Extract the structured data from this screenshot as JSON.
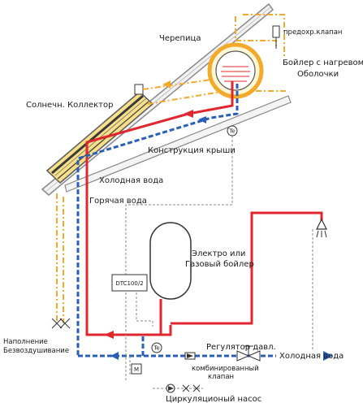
{
  "labels": {
    "tile": "Черепица",
    "relief_valve": "предохр.клапан",
    "boiler_shell_line1": "Бойлер с нагревом",
    "boiler_shell_line2": "Оболочки",
    "collector": "Солнечн. Коллектор",
    "roof_structure": "Конструкция крыши",
    "cold_water_top": "Холодная вода",
    "hot_water": "Горячая вода",
    "boiler_line1": "Электро  или",
    "boiler_line2": "Газовый бойлер",
    "controller": "DTC100/2",
    "pressure_regulator": "Регулятор давл.",
    "cold_water_bottom": "Холодная вода",
    "fill_line1": "Наполнение",
    "fill_line2": "Безвоздушивание",
    "combo_valve_line1": "комбинированный",
    "combo_valve_line2": "клапан",
    "circ_pump": "Циркуляционый насос",
    "sensor_symbol": "Te",
    "motor_symbol": "M"
  },
  "colors": {
    "hot": "#e0262e",
    "cold": "#2a5fb8",
    "solar": "#f3a92b",
    "wire": "#8a8a8a",
    "roof": "#8a8a8a",
    "collector_glass": "#f6d45a"
  }
}
